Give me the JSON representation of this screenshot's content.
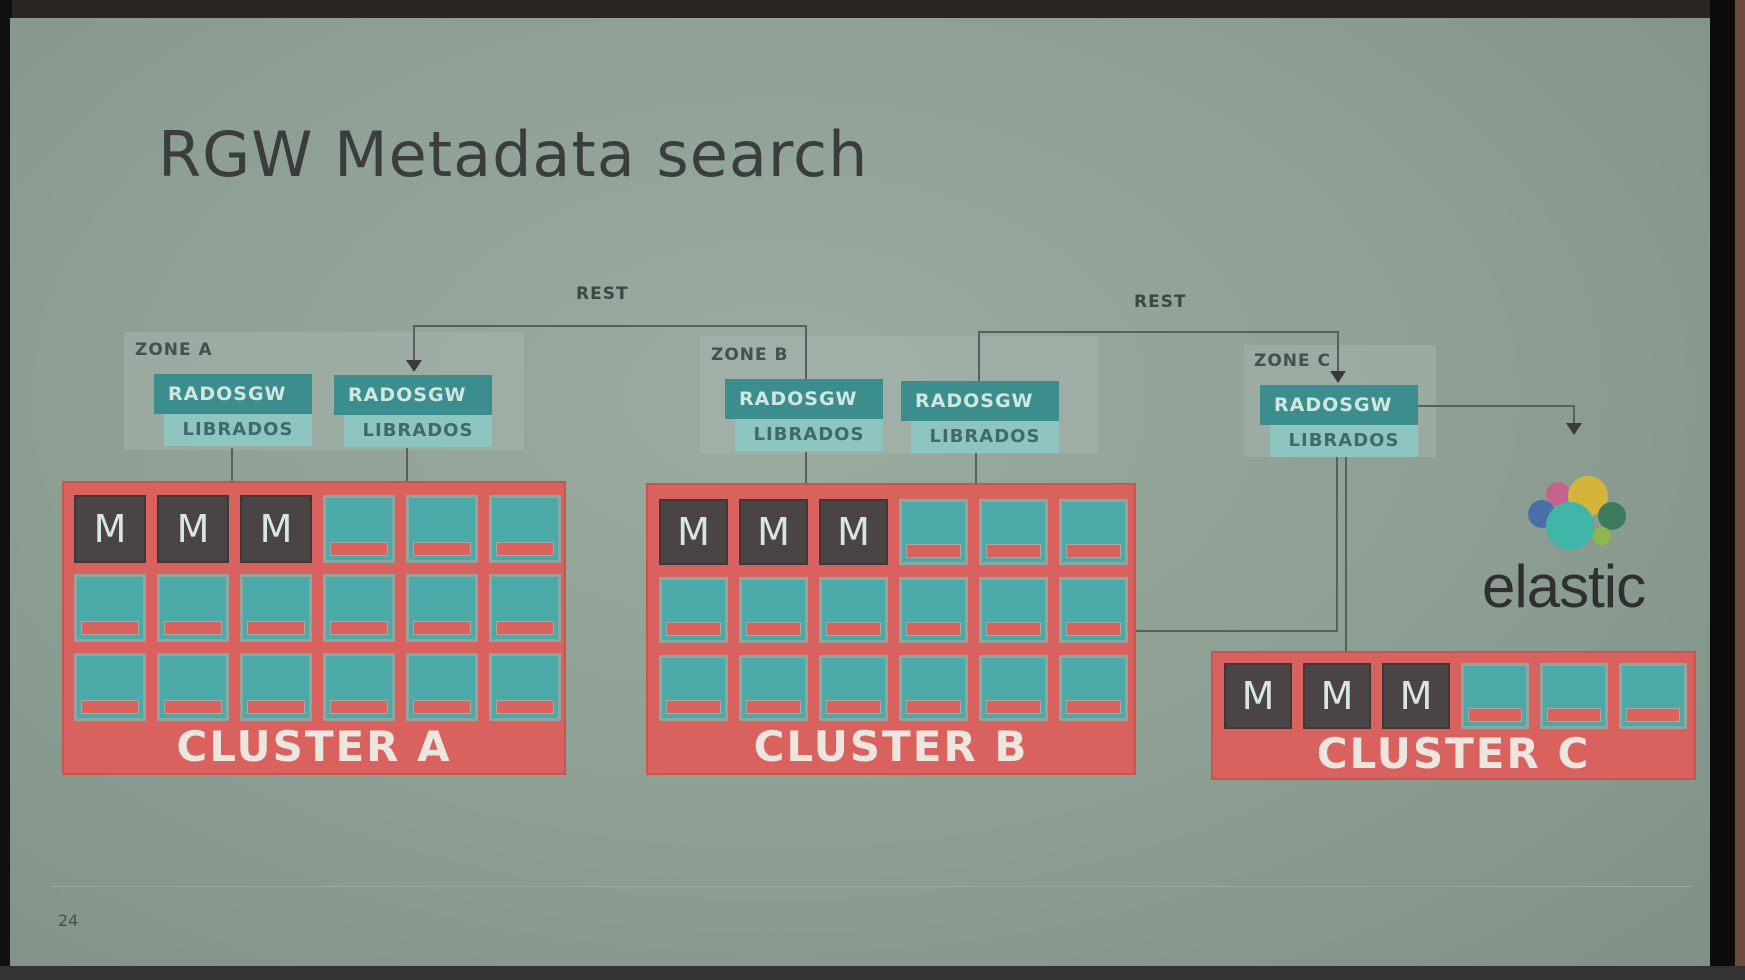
{
  "slide": {
    "title": "RGW Metadata search",
    "page_number": "24"
  },
  "connections": {
    "rest_left_label": "REST",
    "rest_right_label": "REST"
  },
  "zones": [
    {
      "label": "ZONE A",
      "gateways": [
        {
          "rados": "RADOSGW",
          "lib": "LIBRADOS"
        },
        {
          "rados": "RADOSGW",
          "lib": "LIBRADOS"
        }
      ]
    },
    {
      "label": "ZONE B",
      "gateways": [
        {
          "rados": "RADOSGW",
          "lib": "LIBRADOS"
        },
        {
          "rados": "RADOSGW",
          "lib": "LIBRADOS"
        }
      ]
    },
    {
      "label": "ZONE C",
      "gateways": [
        {
          "rados": "RADOSGW",
          "lib": "LIBRADOS"
        }
      ]
    }
  ],
  "clusters": [
    {
      "label": "CLUSTER A",
      "monitor_label": "M",
      "monitors": 3,
      "osds": 15,
      "rows": 3,
      "cols": 6
    },
    {
      "label": "CLUSTER B",
      "monitor_label": "M",
      "monitors": 3,
      "osds": 15,
      "rows": 3,
      "cols": 6
    },
    {
      "label": "CLUSTER C",
      "monitor_label": "M",
      "monitors": 3,
      "osds": 3,
      "rows": 1,
      "cols": 6
    }
  ],
  "search_backend": {
    "name": "elastic"
  },
  "colors": {
    "cluster_red": "#d9625f",
    "osd_teal": "#4ba9a7",
    "radosgw_teal": "#3c8d8e",
    "librados_light": "#8ec5c0",
    "monitor_dark": "#4a4544",
    "slide_bg": "#8d9f93"
  }
}
